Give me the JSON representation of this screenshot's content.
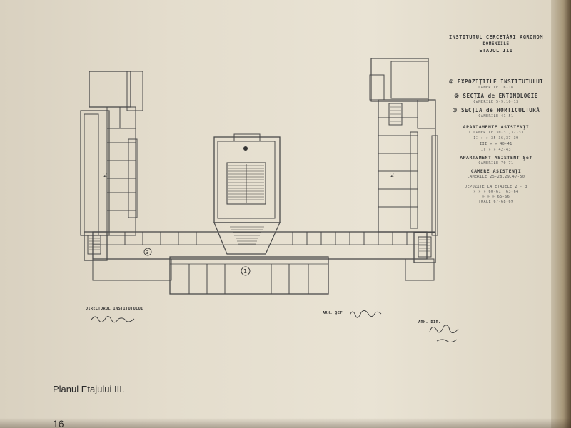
{
  "legend": {
    "title_1": "INSTITUTUL CERCETĂRI AGRONOM",
    "title_2": "DOMENIILE",
    "title_3": "ETAJUL III",
    "item_1": "① EXPOZIŢIILE INSTITUTULUI",
    "item_1_sub": "CAMERILE 16-18",
    "item_2": "② SECŢIA de ENTOMOLOGIE",
    "item_2_sub": "CAMERILE 5-9,10-13",
    "item_3": "③ SECŢIA de HORTICULTURĂ",
    "item_3_sub": "CAMERILE 41-51",
    "apt_title": "APARTAMENTE ASISTENŢI",
    "apt_line_1": "I CAMERILE 30-31,32-33",
    "apt_line_2": "II  »  »  35-36,37-39",
    "apt_line_3": "III  »  »  40-41",
    "apt_line_4": "IV  »  »  42-43",
    "apt2_title": "APARTAMENT ASISTENT Şef",
    "apt2_sub": "CAMERILE 70-71",
    "cam_title": "CAMERE ASISTENŢI",
    "cam_sub": "CAMERILE 25-28,29,47-50",
    "dep_1": "DEPOZITE LA ETAJELE 2 - 3",
    "dep_2": "»  »  »  60-61, 63-64",
    "dep_3": "»  »  »  65-66",
    "dep_4": "TOALE  67-68-69"
  },
  "signatures": {
    "director_label": "DIRECTORUL INSTITUTULUI",
    "arch1_label": "ARH. ŞEF",
    "arch2_label": "ARH. DIR."
  },
  "caption": "Planul Etajului III.",
  "page_number": "16",
  "plan_marks": {
    "mark_1": "1",
    "mark_2": "2",
    "mark_3": "3",
    "mark_2b": "2"
  },
  "colors": {
    "paper": "#e6dfcf",
    "ink": "#3a3a3a"
  }
}
